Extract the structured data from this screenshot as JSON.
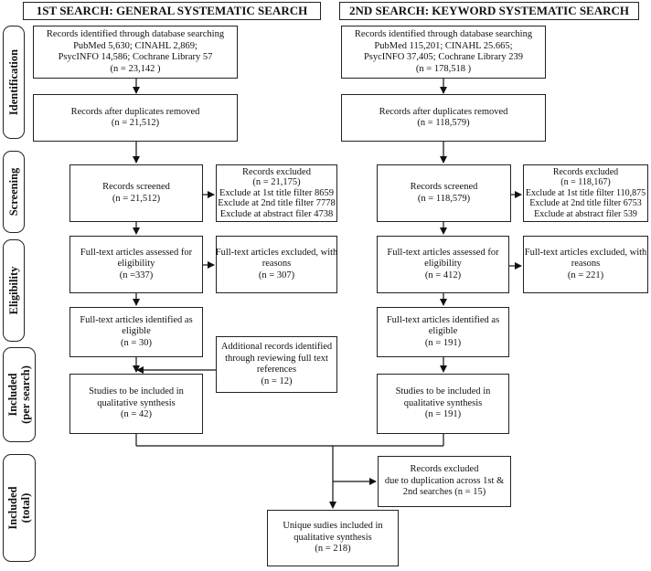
{
  "headers": {
    "left": "1ST SEARCH: GENERAL SYSTEMATIC SEARCH",
    "right": "2ND SEARCH: KEYWORD SYSTEMATIC SEARCH"
  },
  "stages": {
    "identification": "Identification",
    "screening": "Screening",
    "eligibility": "Eligibility",
    "included_per_search": [
      "Included",
      "(per search)"
    ],
    "included_total": [
      "Included",
      "(total)"
    ]
  },
  "left": {
    "identified": [
      "Records identified through database searching",
      "PubMed 5,630; CINAHL 2,869;",
      "PsycINFO 14,586; Cochrane Library 57",
      "(n = 23,142 )"
    ],
    "dedup": [
      "Records after duplicates removed",
      "(n =  21,512)"
    ],
    "screened": [
      "Records screened",
      "(n = 21,512)"
    ],
    "excluded": [
      "Records excluded",
      "(n = 21,175)",
      "Exclude at 1st title filter 8659",
      "Exclude at 2nd title filter 7778",
      "Exclude at abstract filer 4738"
    ],
    "fulltext": [
      "Full-text articles assessed for",
      "eligibility",
      "(n =337)"
    ],
    "fulltext_excluded": [
      "Full-text articles excluded, with",
      "reasons",
      "(n = 307)"
    ],
    "eligible": [
      "Full-text articles identified as",
      "eligible",
      "(n = 30)"
    ],
    "additional": [
      "Additional records identified",
      "through reviewing full text",
      "references",
      "(n = 12)"
    ],
    "included": [
      "Studies to be included in",
      "qualitative synthesis",
      "(n = 42)"
    ]
  },
  "right": {
    "identified": [
      "Records identified through database searching",
      "PubMed 115,201; CINAHL 25.665;",
      "PsycINFO 37,405; Cochrane Library 239",
      "(n = 178,518 )"
    ],
    "dedup": [
      "Records after duplicates removed",
      "(n = 118,579)"
    ],
    "screened": [
      "Records screened",
      "(n = 118,579)"
    ],
    "excluded": [
      "Records excluded",
      "(n = 118,167)",
      "Exclude at 1st title filter 110,875",
      "Exclude at 2nd title filter 6753",
      "Exclude at abstract filer 539"
    ],
    "fulltext": [
      "Full-text articles assessed for",
      "eligibility",
      "(n = 412)"
    ],
    "fulltext_excluded": [
      "Full-text articles excluded, with",
      "reasons",
      "(n = 221)"
    ],
    "eligible": [
      "Full-text articles identified as",
      "eligible",
      "(n = 191)"
    ],
    "included": [
      "Studies to be included in",
      "qualitative synthesis",
      "(n = 191)"
    ]
  },
  "total": {
    "excluded": [
      "Records excluded",
      "due to duplication across 1st &",
      "2nd searches (n = 15)"
    ],
    "unique": [
      "Unique sudies included in",
      "qualitative synthesis",
      "(n = 218)"
    ]
  }
}
